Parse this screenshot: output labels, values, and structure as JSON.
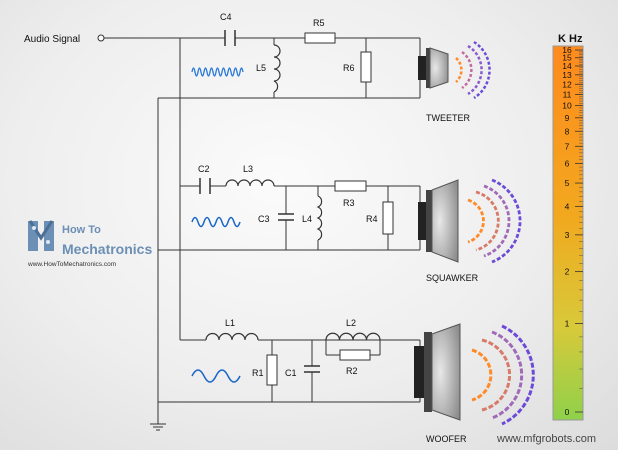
{
  "input_label": "Audio Signal",
  "components": {
    "c4": "C4",
    "r5": "R5",
    "l5": "L5",
    "r6": "R6",
    "c2": "C2",
    "l3": "L3",
    "c3": "C3",
    "l4": "L4",
    "r3": "R3",
    "r4": "R4",
    "l1": "L1",
    "l2": "L2",
    "r1": "R1",
    "c1": "C1",
    "r2": "R2"
  },
  "speakers": {
    "tweeter": "TWEETER",
    "squawker": "SQUAWKER",
    "woofer": "WOOFER"
  },
  "scale": {
    "title": "K Hz",
    "ticks": [
      "16",
      "15",
      "14",
      "13",
      "12",
      "11",
      "10",
      "9",
      "8",
      "7",
      "6",
      "5",
      "4",
      "3",
      "2",
      "1",
      "0"
    ]
  },
  "logo": {
    "line1": "How To",
    "line2": "Mechatronics",
    "url": "www.HowToMechatronics.com"
  },
  "watermark": "www.mfgrobots.com",
  "colors": {
    "wave": "#1a66c8",
    "wave_tweeter": "#2a78d8",
    "arc_orange": "#ff8a2a",
    "arc_purple": "#6b4bd8",
    "scale_top": "#ff8a1e",
    "scale_bottom": "#8fd14a"
  }
}
